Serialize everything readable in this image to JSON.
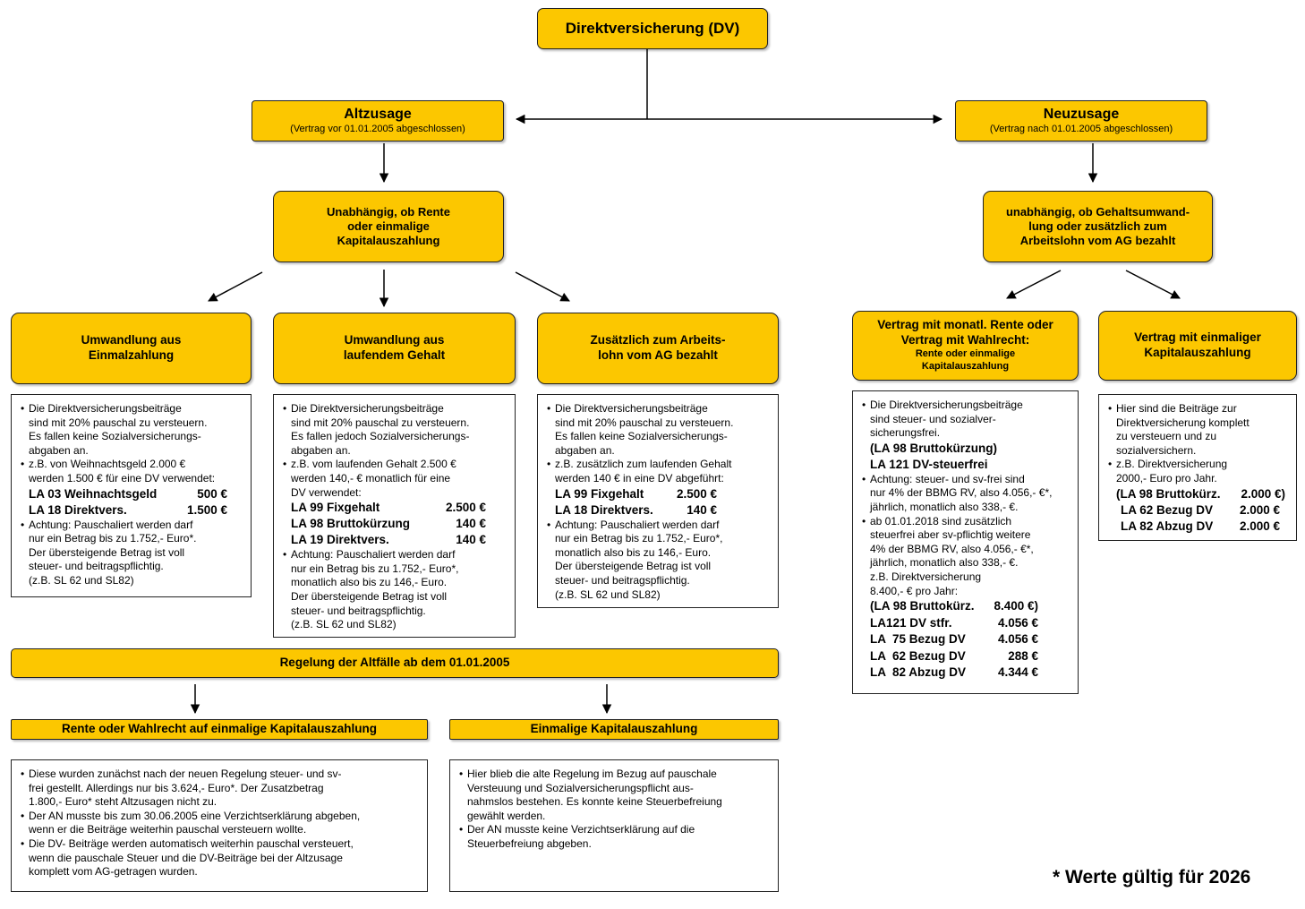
{
  "top": {
    "title": "Direktversicherung (DV)"
  },
  "altzusage": {
    "title": "Altzusage",
    "subtitle": "(Vertrag vor 01.01.2005 abgeschlossen)"
  },
  "neuzusage": {
    "title": "Neuzusage",
    "subtitle": "(Vertrag nach 01.01.2005 abgeschlossen)"
  },
  "alt_mid": {
    "text": "Unabhängig, ob Rente\noder einmalige\nKapitalauszahlung"
  },
  "neu_mid": {
    "text": "unabhängig, ob Gehaltsumwand-\nlung oder zusätzlich zum\nArbeitslohn vom AG bezahlt"
  },
  "cat1": {
    "title": "Umwandlung aus\nEinmalzahlung",
    "b1": "Die Direktversicherungsbeiträge\nsind mit 20% pauschal zu versteuern.\nEs fallen keine Sozialversicherungs-\nabgaben an.",
    "b2": "z.B. von Weihnachtsgeld 2.000 €\nwerden 1.500 € für eine DV verwendet:",
    "la": [
      {
        "label": "LA 03 Weihnachtsgeld",
        "value": "500 €"
      },
      {
        "label": "LA 18 Direktvers.",
        "value": "1.500 €"
      }
    ],
    "b3": "Achtung: Pauschaliert werden darf\nnur ein Betrag bis zu 1.752,- Euro*.\nDer  übersteigende Betrag ist voll\nsteuer- und beitragspflichtig.\n(z.B. SL 62 und SL82)"
  },
  "cat2": {
    "title": "Umwandlung aus\nlaufendem Gehalt",
    "b1": "Die Direktversicherungsbeiträge\nsind mit 20% pauschal zu versteuern.\nEs fallen jedoch Sozialversicherungs-\nabgaben an.",
    "b2": "z.B. vom laufenden Gehalt 2.500 €\nwerden 140,- €  monatlich für eine\nDV verwendet:",
    "la": [
      {
        "label": "LA 99 Fixgehalt",
        "value": "2.500 €"
      },
      {
        "label": "LA 98 Bruttokürzung",
        "value": "140 €"
      },
      {
        "label": "LA 19 Direktvers.",
        "value": "140 €"
      }
    ],
    "b3": "Achtung: Pauschaliert werden darf\nnur ein Betrag bis zu 1.752,- Euro*,\nmonatlich also bis zu 146,- Euro.\nDer  übersteigende Betrag ist voll\nsteuer- und beitragspflichtig.\n(z.B. SL 62 und SL82)"
  },
  "cat3": {
    "title": "Zusätzlich zum Arbeits-\nlohn vom AG bezahlt",
    "b1": "Die Direktversicherungsbeiträge\nsind mit 20% pauschal zu  versteuern.\nEs fallen keine Sozialversicherungs-\nabgaben an.",
    "b2": "z.B. zusätzlich zum laufenden Gehalt\nwerden 140 € in eine DV abgeführt:",
    "la": [
      {
        "label": "LA 99 Fixgehalt",
        "value": "2.500 €"
      },
      {
        "label": "LA 18 Direktvers.",
        "value": "140 €"
      }
    ],
    "b3": "Achtung: Pauschaliert werden darf\nnur ein Betrag bis zu 1.752,- Euro*,\nmonatlich also bis zu 146,- Euro.\nDer übersteigende Betrag ist voll\nsteuer- und beitragspflichtig.\n(z.B. SL 62 und SL82)"
  },
  "cat4": {
    "title": "Vertrag mit monatl. Rente oder\nVertrag mit Wahlrecht:",
    "subtitle": "Rente oder einmalige\nKapitalauszahlung",
    "b1": "Die Direktversicherungsbeiträge\nsind steuer- und sozialver-\nsicherungsfrei.",
    "la1": [
      {
        "label": "(LA 98 Bruttokürzung)",
        "value": ""
      },
      {
        "label": "LA 121 DV-steuerfrei",
        "value": ""
      }
    ],
    "b2": "Achtung: steuer- und sv-frei sind\nnur 4% der BBMG RV, also 4.056,- €*,\njährlich, monatlich also 338,- €.",
    "b3": " ab 01.01.2018 sind zusätzlich\nsteuerfrei aber sv-pflichtig weitere\n 4% der BBMG RV, also 4.056,- €*,\njährlich, monatlich also 338,- €.\nz.B. Direktversicherung\n8.400,- € pro Jahr:",
    "la2": [
      {
        "label": "(LA 98 Bruttokürz.",
        "value": "8.400 €)"
      },
      {
        "label": "LA121 DV stfr.",
        "value": "4.056 €"
      },
      {
        "label": "LA  75 Bezug DV",
        "value": "4.056 €"
      },
      {
        "label": "LA  62 Bezug DV",
        "value": "288 €"
      },
      {
        "label": "LA  82 Abzug DV",
        "value": "4.344 €"
      }
    ]
  },
  "cat5": {
    "title": "Vertrag mit einmaliger\nKapitalauszahlung",
    "b1": "Hier sind die Beiträge zur\nDirektversicherung komplett\nzu versteuern und zu\nsozialversichern.",
    "b2": "z.B. Direktversicherung\n2000,- Euro pro Jahr.",
    "la": [
      {
        "label": "(LA 98 Bruttokürz.",
        "value": "2.000 €)"
      },
      {
        "label": "LA 62 Bezug DV",
        "value": "2.000 €"
      },
      {
        "label": "LA 82 Abzug DV",
        "value": "2.000 €"
      }
    ]
  },
  "regelung": {
    "title": "Regelung der Altfälle ab dem 01.01.2005"
  },
  "rente": {
    "title": "Rente oder Wahlrecht auf einmalige Kapitalauszahlung",
    "b1": "Diese wurden zunächst nach der neuen Regelung steuer- und sv-\nfrei gestellt. Allerdings nur bis 3.624,- Euro*. Der Zusatzbetrag\n1.800,- Euro* steht Altzusagen nicht zu.",
    "b2": "Der AN musste bis zum 30.06.2005 eine Verzichtserklärung abgeben,\nwenn er die Beiträge weiterhin pauschal versteuern wollte.",
    "b3": "Die DV- Beiträge werden automatisch weiterhin pauschal versteuert,\nwenn die pauschale Steuer und die DV-Beiträge bei der Altzusage\nkomplett vom AG-getragen wurden."
  },
  "einmalig": {
    "title": "Einmalige Kapitalauszahlung",
    "b1": "Hier blieb  die alte Regelung im Bezug auf pauschale\nVersteuung und Sozialversicherungspflicht aus-\nnahmslos bestehen. Es konnte keine Steuerbefreiung\ngewählt werden.",
    "b2": "Der AN musste keine Verzichtserklärung auf die\nSteuerbefreiung abgeben."
  },
  "footnote": "* Werte gültig für 2026",
  "colors": {
    "box_fill": "#fcc700",
    "border": "#222222"
  }
}
